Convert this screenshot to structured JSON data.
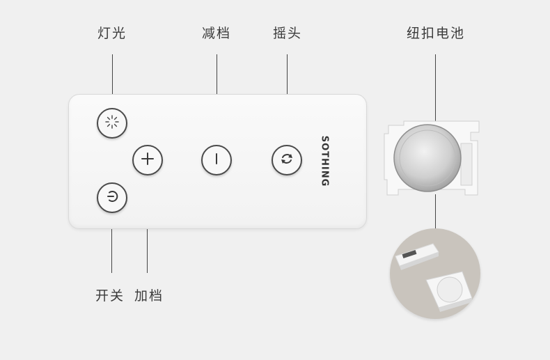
{
  "labels": {
    "light": "灯光",
    "decrease": "减档",
    "swing": "摇头",
    "battery": "纽扣电池",
    "power": "开关",
    "increase": "加档"
  },
  "remote": {
    "brand": "SOTHING"
  },
  "icons": {
    "light_button": "light-icon",
    "plus_button": "plus-icon",
    "minus_button": "minus-icon",
    "swing_button": "rotate-icon",
    "power_button": "power-icon"
  },
  "colors": {
    "background": "#f0f0f0",
    "remote_body": "#f6f6f6",
    "button_ring": "#4a4a4a",
    "leader_line": "#444444",
    "photo_background": "#c9c4bd"
  }
}
